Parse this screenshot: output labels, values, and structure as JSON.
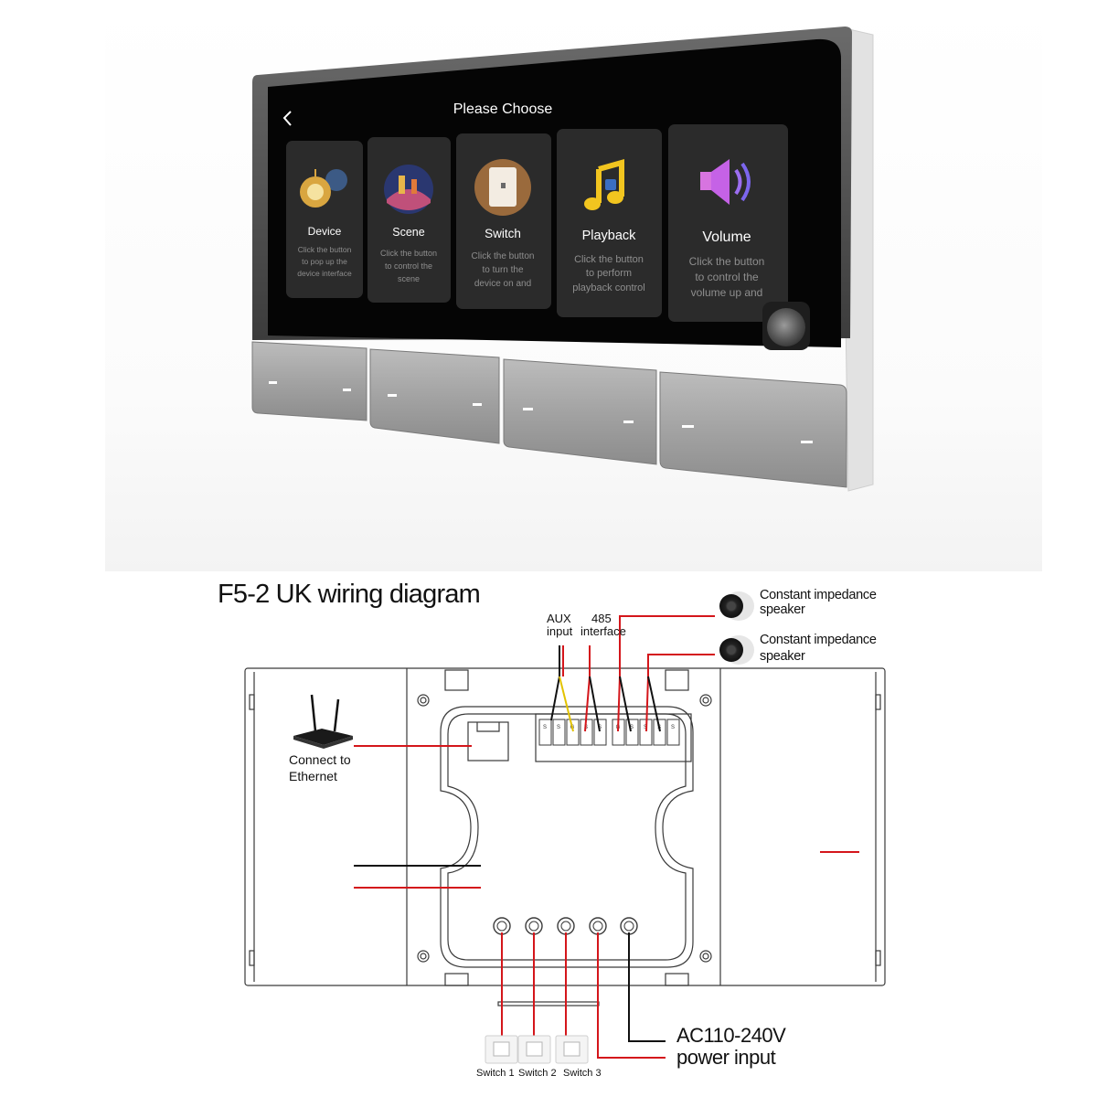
{
  "device_screen": {
    "title": "Please Choose",
    "back_icon": "chevron-left-icon",
    "cards": [
      {
        "icon": "lamp-icon",
        "label": "Device",
        "desc": [
          "Click the button",
          "to pop up the",
          "device interface"
        ]
      },
      {
        "icon": "scene-photo-icon",
        "label": "Scene",
        "desc": [
          "Click the button",
          "to control the",
          "scene"
        ]
      },
      {
        "icon": "wall-switch-icon",
        "label": "Switch",
        "desc": [
          "Click the button",
          "to turn the",
          "device on and"
        ]
      },
      {
        "icon": "music-note-icon",
        "label": "Playback",
        "desc": [
          "Click the button",
          "to perform",
          "playback control"
        ]
      },
      {
        "icon": "speaker-volume-icon",
        "label": "Volume",
        "desc": [
          "Click the button",
          "to control the",
          "volume up and"
        ]
      }
    ],
    "floating_button_icon": "assistive-touch-icon",
    "colors": {
      "screen": "#050505",
      "card": "#2b2b2b",
      "text": "#ffffff",
      "desc": "#8e8e8e"
    }
  },
  "wiring_diagram": {
    "title": "F5-2 UK wiring diagram",
    "labels": {
      "aux": [
        "AUX",
        "input"
      ],
      "rs485": [
        "485",
        "interface"
      ],
      "speaker_1": [
        "Constant impedance",
        "speaker"
      ],
      "speaker_2": [
        "Constant impedance",
        "speaker"
      ],
      "ethernet": [
        "Connect to",
        "Ethernet"
      ],
      "power": [
        "AC110-240V",
        "power input"
      ]
    },
    "switches": [
      "Switch 1",
      "Switch 2",
      "Switch 3"
    ],
    "terminal_pin_marks": [
      "S",
      "S",
      "G",
      "S",
      "S",
      "G",
      "S",
      "S",
      "S",
      "S"
    ],
    "colors": {
      "live_wire": "#d4161b",
      "neutral_wire": "#111111",
      "signal_wire": "#e2c200",
      "outline": "#3a3a3a"
    }
  }
}
